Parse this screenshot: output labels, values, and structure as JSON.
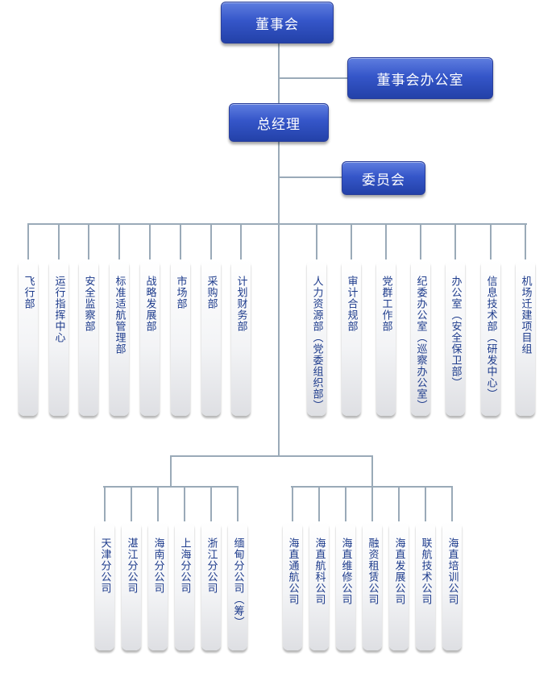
{
  "board": "董事会",
  "board_office": "董事会办公室",
  "gm": "总经理",
  "committee": "委员会",
  "left_departments": [
    "飞行部",
    "运行指挥中心",
    "安全监察部",
    "标准适航管理部",
    "战略发展部",
    "市场部",
    "采购部",
    "计划财务部"
  ],
  "right_departments": [
    "人力资源部（党委组织部）",
    "审计合规部",
    "党群工作部",
    "纪委办公室（巡察办公室）",
    "办公室（安全保卫部）",
    "信息技术部（研发中心）",
    "机场迁建项目组"
  ],
  "branch_companies": [
    "天津分公司",
    "湛江分公司",
    "海南分公司",
    "上海分公司",
    "浙江分公司",
    "缅甸分公司（筹）"
  ],
  "subsidiaries": [
    "海直通航公司",
    "海直航科公司",
    "海直维修公司",
    "融资租赁公司",
    "海直发展公司",
    "联航技术公司",
    "海直培训公司"
  ],
  "colors": {
    "box_blue": "#3556c9",
    "line": "#9aaab8",
    "text_blue": "#1d3b8c"
  }
}
